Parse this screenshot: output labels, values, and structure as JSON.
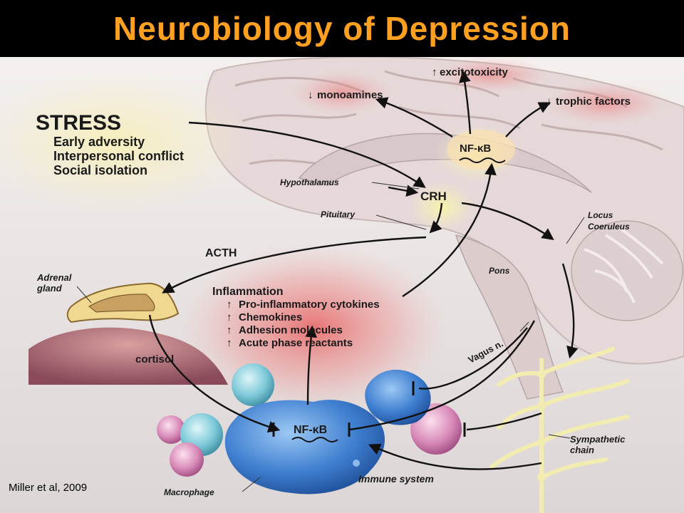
{
  "title": "Neurobiology of Depression",
  "citation": "Miller et al, 2009",
  "stress": {
    "heading": "STRESS",
    "items": [
      "Early adversity",
      "Interpersonal conflict",
      "Social isolation"
    ]
  },
  "brain_effects": {
    "excitotoxicity": "excitotoxicity",
    "monoamines": "monoamines",
    "trophic_factors": "trophic factors"
  },
  "nfkb": "NF-κB",
  "labels": {
    "hypothalamus": "Hypothalamus",
    "crh": "CRH",
    "pituitary": "Pituitary",
    "locus_coeruleus_line1": "Locus",
    "locus_coeruleus_line2": "Coeruleus",
    "acth": "ACTH",
    "pons": "Pons",
    "adrenal_line1": "Adrenal",
    "adrenal_line2": "gland",
    "cortisol": "cortisol",
    "vagus": "Vagus n.",
    "sympathetic_line1": "Sympathetic",
    "sympathetic_line2": "chain",
    "immune_system": "Immune system",
    "macrophage": "Macrophage"
  },
  "inflammation": {
    "heading": "Inflammation",
    "items": [
      "Pro-inflammatory cytokines",
      "Chemokines",
      "Adhesion molecules",
      "Acute phase reactants"
    ]
  },
  "colors": {
    "title": "#ffa020",
    "background": "#000000",
    "inflammation_glow": "#e85050",
    "macrophage": "#3f7fd0"
  }
}
